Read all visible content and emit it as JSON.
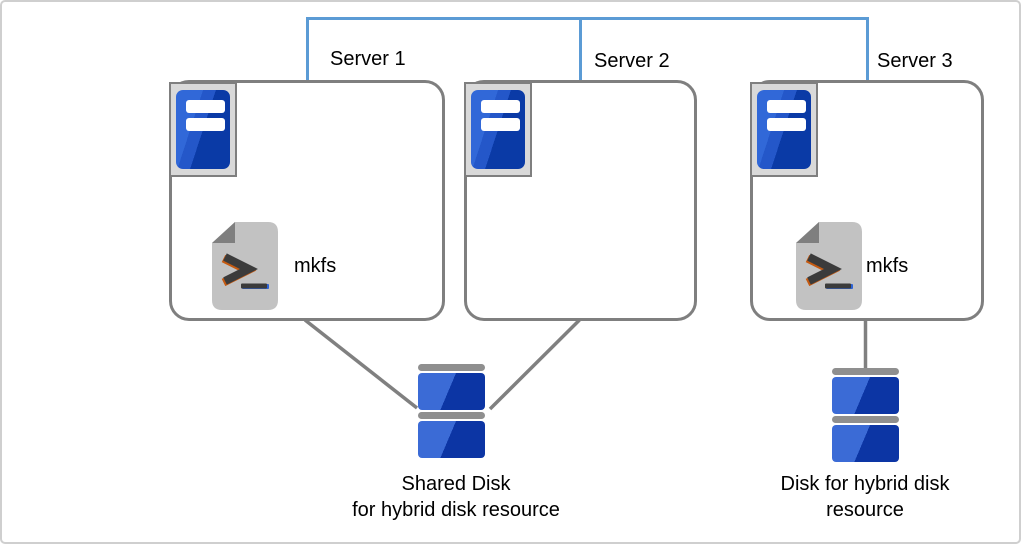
{
  "canvas": {
    "background": "#ffffff",
    "border_color": "#cfcfcf"
  },
  "colors": {
    "interconnect_blue": "#5B9BD5",
    "connector_gray": "#808080",
    "box_border_gray": "#7f7f7f",
    "server_icon_frame_gray": "#d9d9d9",
    "server_icon_blue_light": "#3168d8",
    "server_icon_blue_dark": "#0a3aa6",
    "disk_blue_light": "#3b6bd6",
    "disk_blue_dark": "#0c35a4",
    "disk_cap_gray": "#8f8f8f",
    "script_doc_gray": "#c2c2c2",
    "script_fold_gray": "#7f7f7f",
    "script_glyph_dark": "#3b3b3b",
    "script_glyph_orange": "#c55a11",
    "label_black": "#000000"
  },
  "icons": {
    "server_icon": "server-tower",
    "script_icon": "script-file",
    "disk_icon": "disk-stack"
  },
  "servers": [
    {
      "label": "Server 1",
      "script": {
        "label": "mkfs"
      }
    },
    {
      "label": "Server 2"
    },
    {
      "label": "Server 3",
      "script": {
        "label": "mkfs"
      }
    }
  ],
  "disks": [
    {
      "name": "shared-disk",
      "label_lines": [
        "Shared Disk",
        "for hybrid disk resource"
      ]
    },
    {
      "name": "hybrid-disk",
      "label_lines": [
        "Disk for hybrid disk",
        "resource"
      ]
    }
  ]
}
